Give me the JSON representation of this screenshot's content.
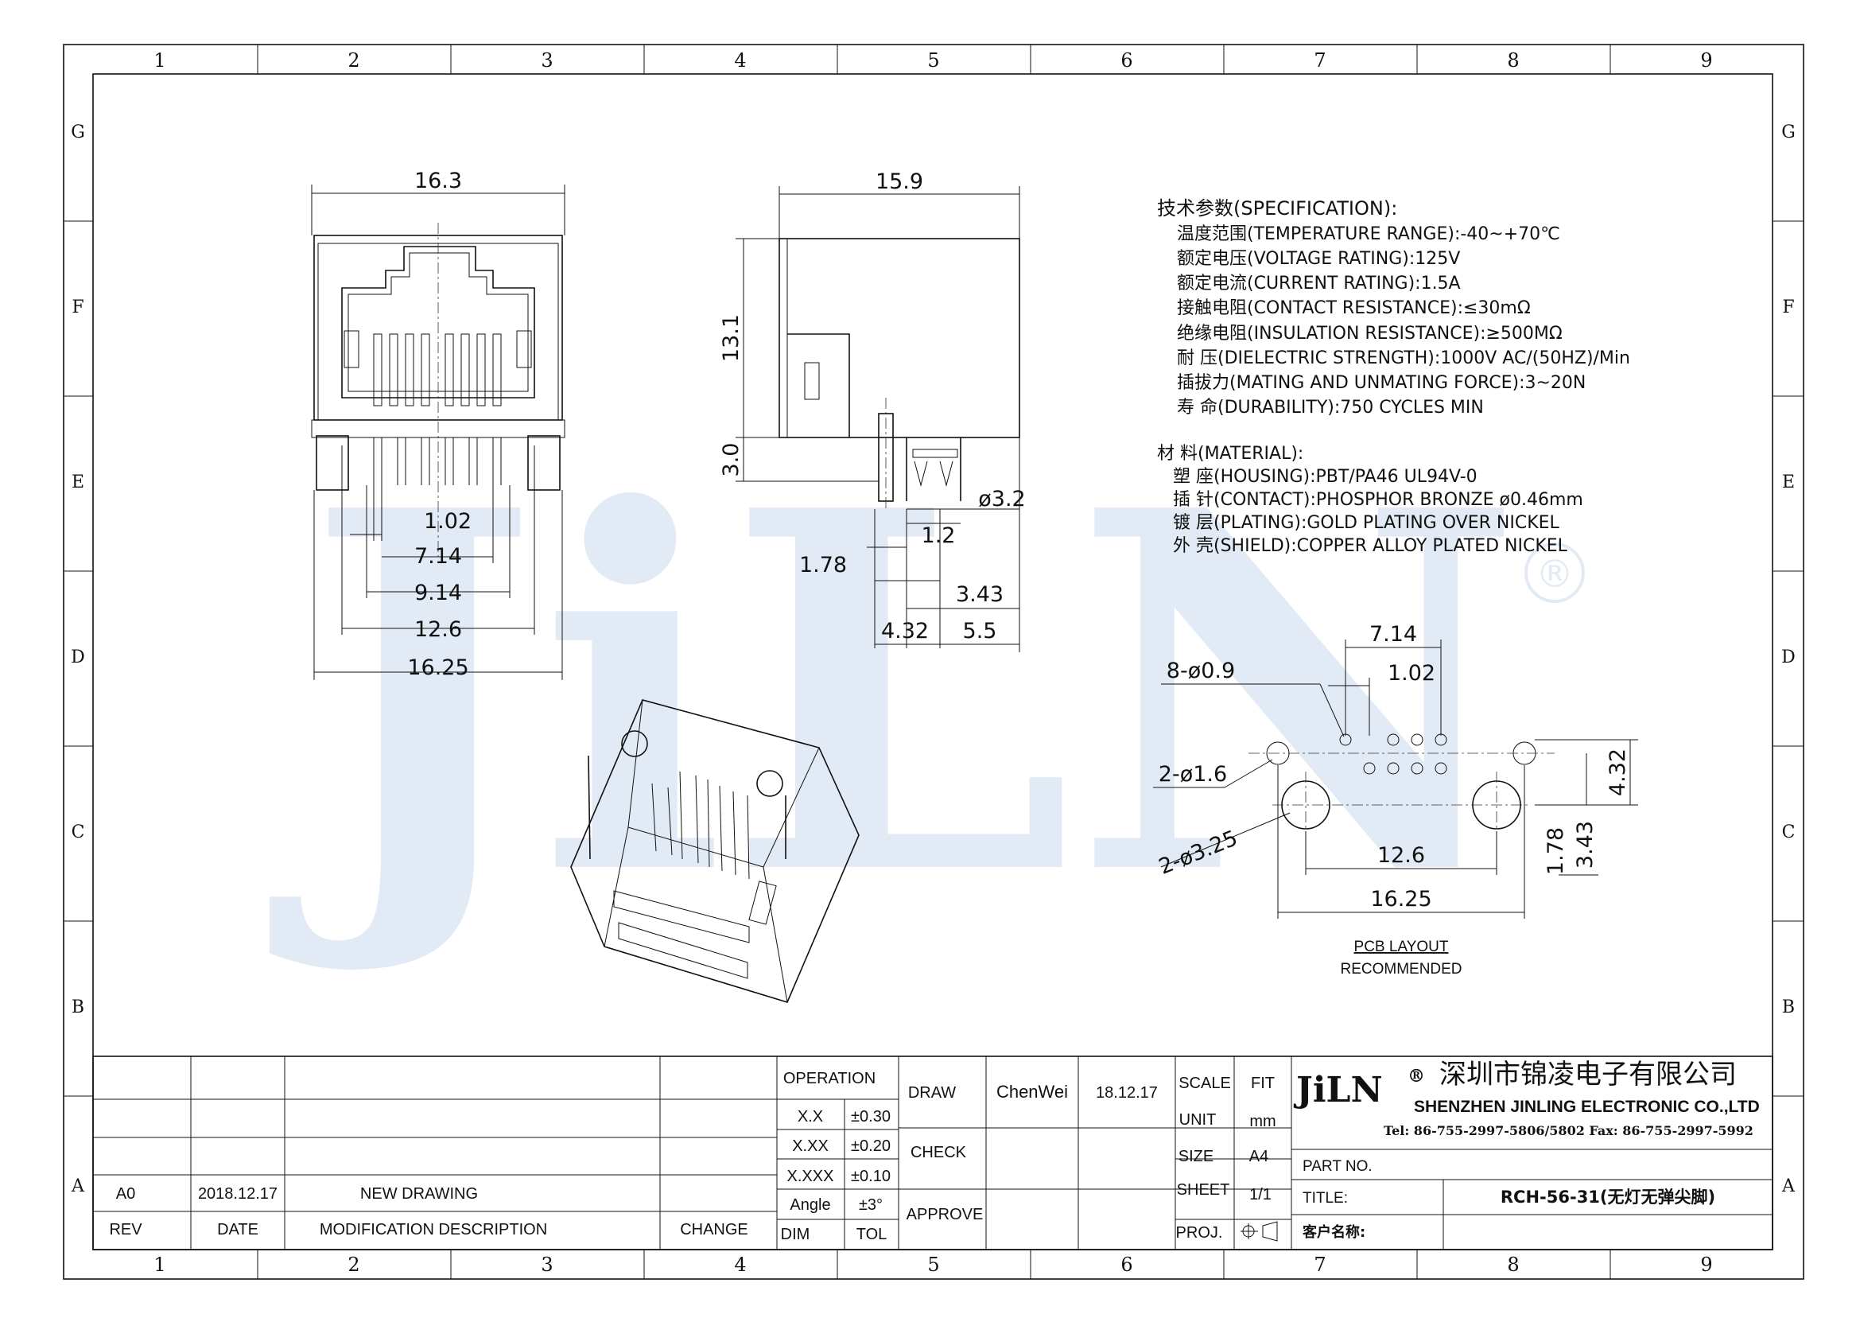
{
  "frame": {
    "columns": [
      "1",
      "2",
      "3",
      "4",
      "5",
      "6",
      "7",
      "8",
      "9"
    ],
    "rows": [
      "G",
      "F",
      "E",
      "D",
      "C",
      "B",
      "A"
    ]
  },
  "watermark": {
    "text": "JiLN",
    "registered": "®"
  },
  "front_view": {
    "width_top": "16.3",
    "pitch": "1.02",
    "span_7": "7.14",
    "span_9": "9.14",
    "span_12": "12.6",
    "width_bottom": "16.25"
  },
  "side_view": {
    "depth": "15.9",
    "height": "13.1",
    "pin_len": "3.0",
    "post_dia": "ø3.2",
    "d12": "1.2",
    "d178": "1.78",
    "d343": "3.43",
    "d432": "4.32",
    "d55": "5.5"
  },
  "spec": {
    "title": "技术参数(SPECIFICATION):",
    "items": [
      "温度范围(TEMPERATURE RANGE):-40~+70℃",
      "额定电压(VOLTAGE RATING):125V",
      "额定电流(CURRENT RATING):1.5A",
      "接触电阻(CONTACT RESISTANCE):≤30mΩ",
      "绝缘电阻(INSULATION RESISTANCE):≥500MΩ",
      "耐  压(DIELECTRIC STRENGTH):1000V AC/(50HZ)/Min",
      "插拔力(MATING AND UNMATING FORCE):3~20N",
      "寿  命(DURABILITY):750 CYCLES MIN"
    ]
  },
  "material": {
    "title": "材 料(MATERIAL):",
    "items": [
      "塑  座(HOUSING):PBT/PA46 UL94V-0",
      "插  针(CONTACT):PHOSPHOR BRONZE ø0.46mm",
      "镀  层(PLATING):GOLD PLATING OVER NICKEL",
      "外  壳(SHIELD):COPPER ALLOY PLATED NICKEL"
    ]
  },
  "pcb": {
    "d714": "7.14",
    "d102": "1.02",
    "holes8": "8-ø0.9",
    "holes2a": "2-ø1.6",
    "holes2b": "2-ø3.25",
    "d126": "12.6",
    "d1625": "16.25",
    "d432": "4.32",
    "d178": "1.78",
    "d343": "3.43",
    "caption1": "PCB LAYOUT",
    "caption2": "RECOMMENDED"
  },
  "title_block": {
    "rev": {
      "rev": "A0",
      "date": "2018.12.17",
      "desc": "NEW DRAWING"
    },
    "headers": {
      "rev": "REV",
      "date": "DATE",
      "desc": "MODIFICATION DESCRIPTION",
      "change": "CHANGE"
    },
    "operation": "OPERATION",
    "tolerances": [
      {
        "dim": "X.X",
        "tol": "±0.30"
      },
      {
        "dim": "X.XX",
        "tol": "±0.20"
      },
      {
        "dim": "X.XXX",
        "tol": "±0.10"
      },
      {
        "dim": "Angle",
        "tol": "±3°"
      }
    ],
    "dim_header": "DIM",
    "tol_header": "TOL",
    "draw": "DRAW",
    "check": "CHECK",
    "approve": "APPROVE",
    "drawer": "ChenWei",
    "draw_date": "18.12.17",
    "scale_label": "SCALE",
    "scale": "FIT",
    "unit_label": "UNIT",
    "unit": "mm",
    "size_label": "SIZE",
    "size": "A4",
    "sheet_label": "SHEET",
    "sheet": "1/1",
    "proj_label": "PROJ.",
    "logo": "JiLN",
    "logo_reg": "®",
    "company_cn": "深圳市锦凌电子有限公司",
    "company_en": "SHENZHEN JINLING ELECTRONIC CO.,LTD",
    "contact": "Tel: 86-755-2997-5806/5802   Fax: 86-755-2997-5992",
    "part_no_label": "PART NO.",
    "title_label": "TITLE:",
    "title": "RCH-56-31(无灯无弹尖脚)",
    "customer_label": "客户名称:"
  }
}
